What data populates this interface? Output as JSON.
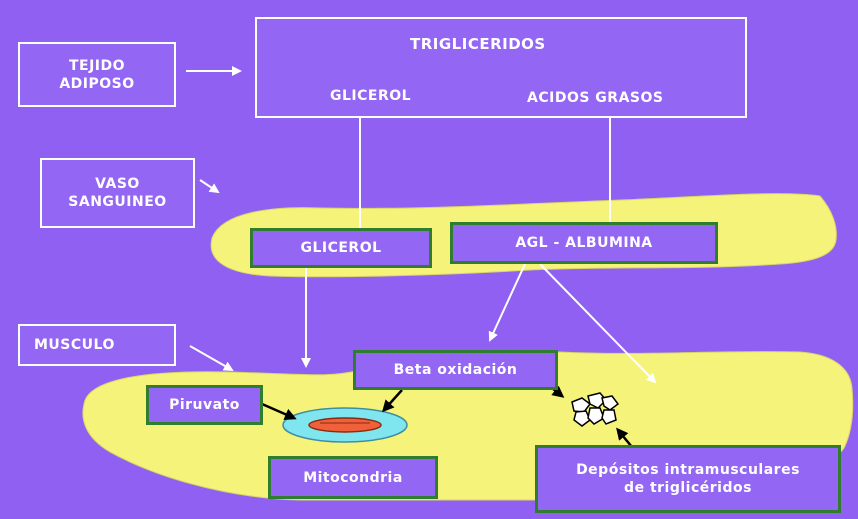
{
  "diagram": {
    "tejido_adiposo": "TEJIDO\nADIPOSO",
    "trigliceridos": "TRIGLICERIDOS",
    "glicerol_top": "GLICEROL",
    "acidos_grasos": "ACIDOS GRASOS",
    "vaso_sanguineo": "VASO\nSANGUINEO",
    "glicerol_vessel": "GLICEROL",
    "agl_albumina": "AGL - ALBUMINA",
    "musculo": "MUSCULO",
    "beta_oxidacion": "Beta oxidación",
    "piruvato": "Piruvato",
    "mitocondria": "Mitocondria",
    "depositos": "Depósitos intramusculares\nde triglicéridos"
  },
  "colors": {
    "background": "#8f60f2",
    "box_fill": "#9466f4",
    "blob_fill": "#f6f37a",
    "green_border": "#2f7d2f",
    "mito_outer": "#7fe6f0",
    "mito_inner": "#f0603a"
  }
}
